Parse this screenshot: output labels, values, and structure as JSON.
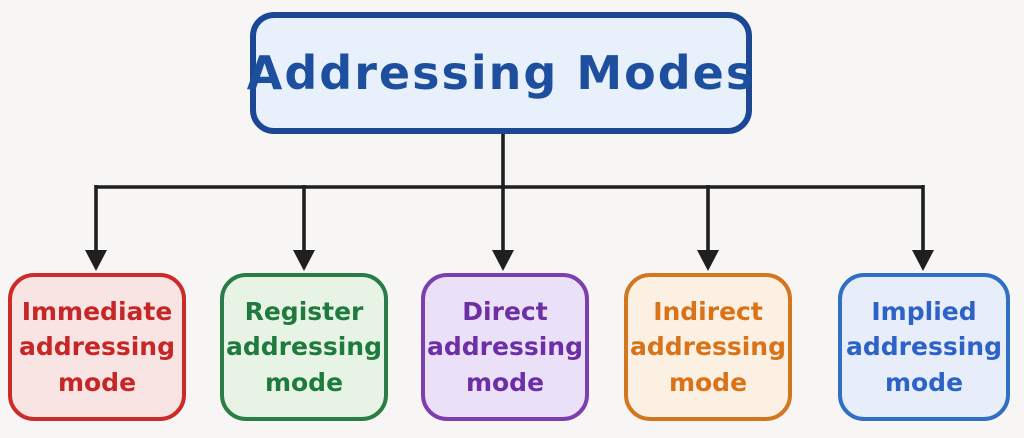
{
  "diagram": {
    "background_color": "#f7f6f4",
    "connector_color": "#1f1f1f",
    "root": {
      "label": "Addressing Modes",
      "border_color": "#1c4795",
      "fill_color": "#e8f1fb",
      "text_color": "#1d4f9e"
    },
    "nodes": [
      {
        "id": "immediate-addressing-mode",
        "lines": [
          "Immediate",
          "addressing",
          "mode"
        ],
        "border_color": "#cb2b2b",
        "fill_color": "#f9e4e4",
        "text_color": "#c62626"
      },
      {
        "id": "register-addressing-mode",
        "lines": [
          "Register",
          "addressing",
          "mode"
        ],
        "border_color": "#2a7d46",
        "fill_color": "#e7f4e5",
        "text_color": "#1f7a3d"
      },
      {
        "id": "direct-addressing-mode",
        "lines": [
          "Direct",
          "addressing",
          "mode"
        ],
        "border_color": "#7e3fae",
        "fill_color": "#eae0f8",
        "text_color": "#6d2ea6"
      },
      {
        "id": "indirect-addressing-mode",
        "lines": [
          "Indirect",
          "addressing",
          "mode"
        ],
        "border_color": "#d2761f",
        "fill_color": "#fcf0e2",
        "text_color": "#d8731a"
      },
      {
        "id": "implied-addressing-mode",
        "lines": [
          "Implied",
          "addressing",
          "mode"
        ],
        "border_color": "#2f6fc4",
        "fill_color": "#e7eefa",
        "text_color": "#2d62c8"
      }
    ]
  }
}
